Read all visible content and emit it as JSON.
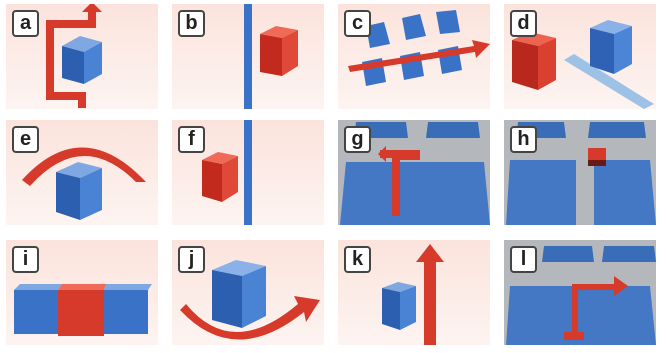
{
  "colors": {
    "blue": "#3a72c8",
    "red": "#d63a2a",
    "badge_border": "#444444"
  },
  "panels": [
    {
      "letter": "a",
      "scene": "cube with red arrow looping behind and up"
    },
    {
      "letter": "b",
      "scene": "red cube to the right of a blue vertical bar"
    },
    {
      "letter": "c",
      "scene": "six blue cubes with red arrow passing through"
    },
    {
      "letter": "d",
      "scene": "red cube beside blue cube with light beam"
    },
    {
      "letter": "e",
      "scene": "blue cube with red curved arc over top"
    },
    {
      "letter": "f",
      "scene": "red cube left of a blue vertical bar"
    },
    {
      "letter": "g",
      "scene": "floor tiles with red L-shaped bar"
    },
    {
      "letter": "h",
      "scene": "floor tiles with small red block in gap"
    },
    {
      "letter": "i",
      "scene": "blue, red, blue cubes in a row"
    },
    {
      "letter": "j",
      "scene": "blue cube with red curved arrow underneath"
    },
    {
      "letter": "k",
      "scene": "blue cube beside tall red upward arrow"
    },
    {
      "letter": "l",
      "scene": "floor tiles with red L-shaped arrow"
    }
  ]
}
